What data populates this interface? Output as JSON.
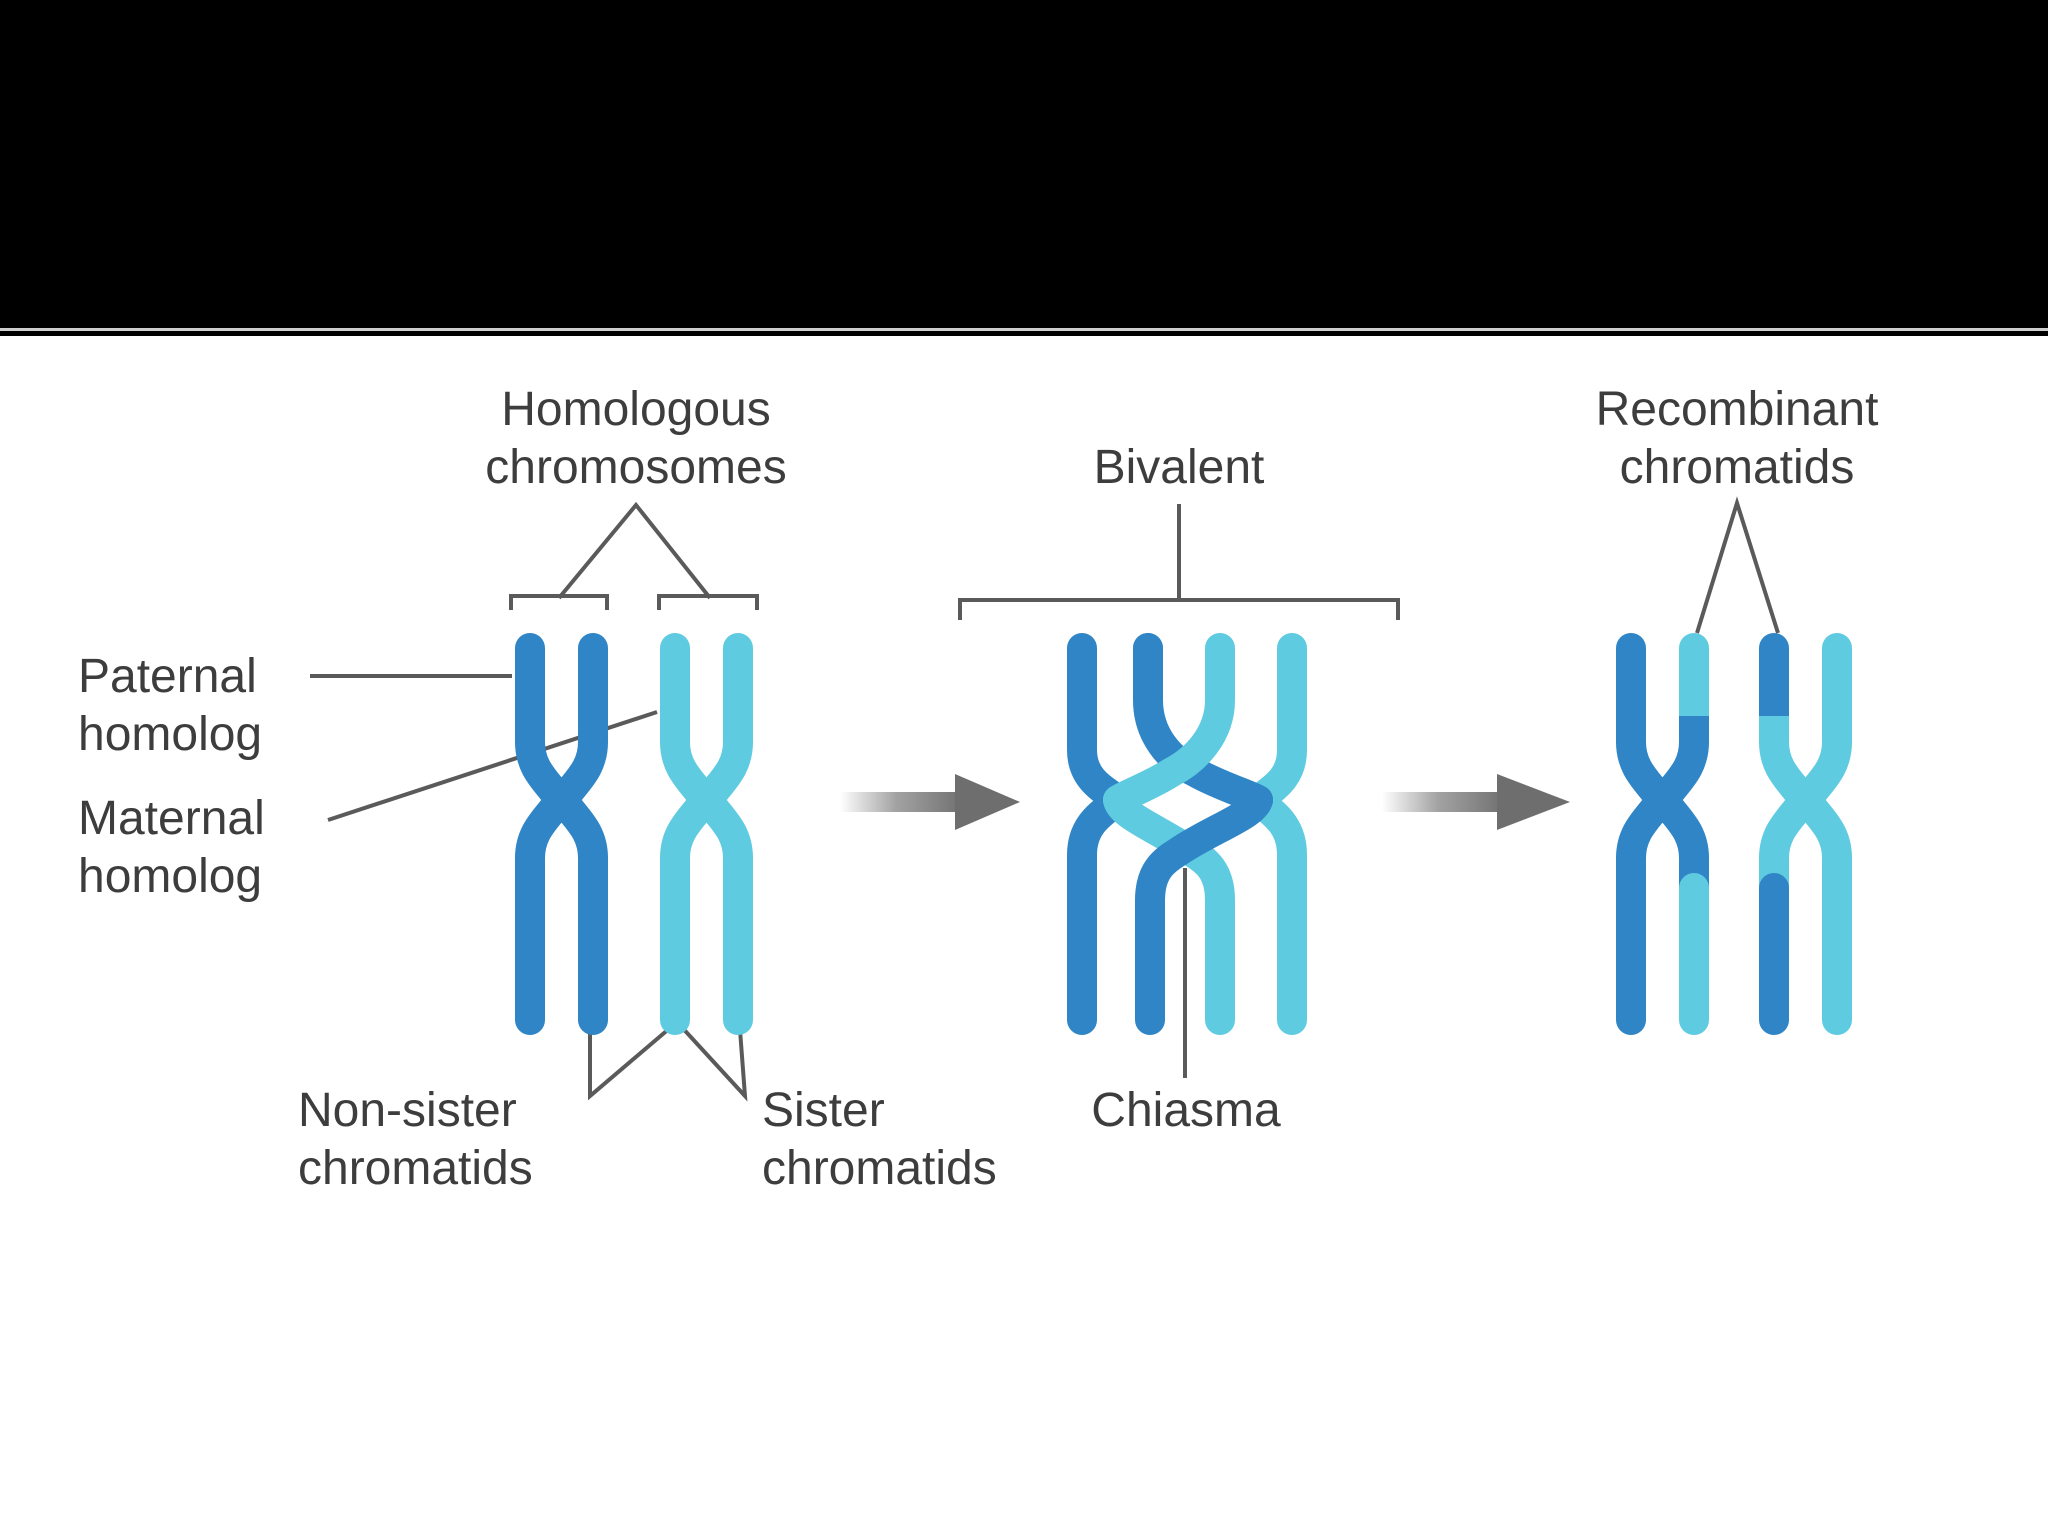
{
  "labels": {
    "homologous": [
      "Homologous",
      "chromosomes"
    ],
    "bivalent": "Bivalent",
    "recombinant": [
      "Recombinant",
      "chromatids"
    ],
    "paternal": [
      "Paternal",
      "homolog"
    ],
    "maternal": [
      "Maternal",
      "homolog"
    ],
    "non_sister": [
      "Non-sister",
      "chromatids"
    ],
    "sister": [
      "Sister",
      "chromatids"
    ],
    "chiasma": "Chiasma"
  },
  "colors": {
    "paternal": "#2f85c6",
    "maternal": "#5fcbe0",
    "leader": "#5a5a5a",
    "arrow": "#7a7a7a",
    "background": "#ffffff",
    "header": "#000000"
  }
}
